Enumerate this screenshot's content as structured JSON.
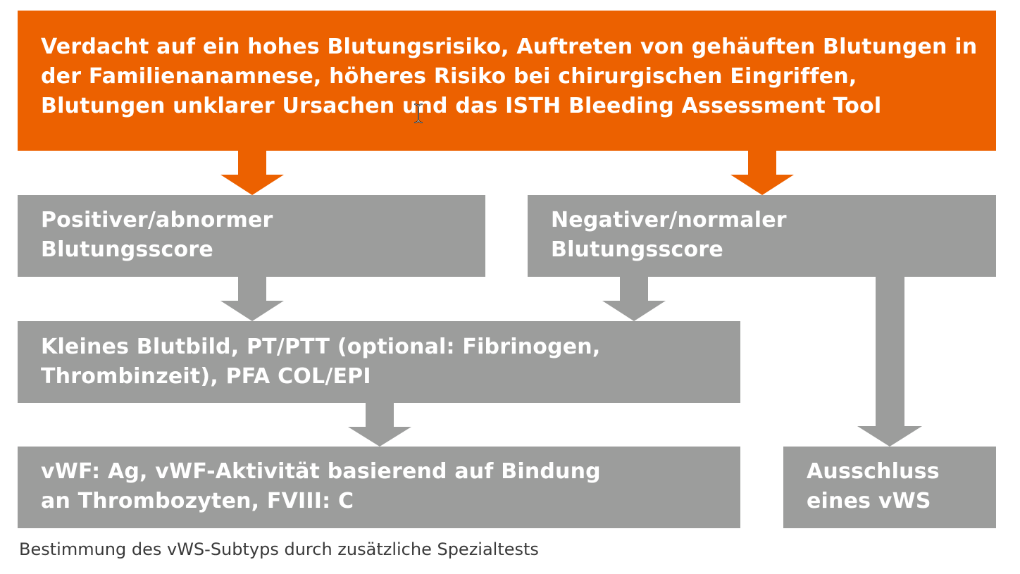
{
  "colors": {
    "accent": "#ec6100",
    "box": "#9c9d9c",
    "caption": "#3a3a3a"
  },
  "flowchart": {
    "top_box": {
      "text": "Verdacht auf ein hohes Blutungsrisiko, Auftreten von gehäuften Blutungen in der Familienanamnese, höheres Risiko bei chirurgischen Eingriffen, Blutungen unklarer Ursachen und das ISTH Bleeding Assessment Tool"
    },
    "positive_box": {
      "line1": "Positiver/abnormer",
      "line2": "Blutungsscore"
    },
    "negative_box": {
      "line1": "Negativer/normaler",
      "line2": "Blutungsscore"
    },
    "cbc_box": {
      "line1": "Kleines Blutbild, PT/PTT (optional: Fibrinogen,",
      "line2": "Thrombinzeit), PFA COL/EPI"
    },
    "vwf_box": {
      "line1": "vWF: Ag, vWF-Aktivität basierend auf Bindung",
      "line2": "an Thrombozyten, FVIII: C"
    },
    "exclusion_box": {
      "line1": "Ausschluss",
      "line2": "eines vWS"
    },
    "caption": "Bestimmung des vWS-Subtyps durch zusätzliche Spezialtests"
  },
  "icons": {
    "cursor": "text-cursor-icon",
    "arrow": "arrow-down-icon"
  }
}
